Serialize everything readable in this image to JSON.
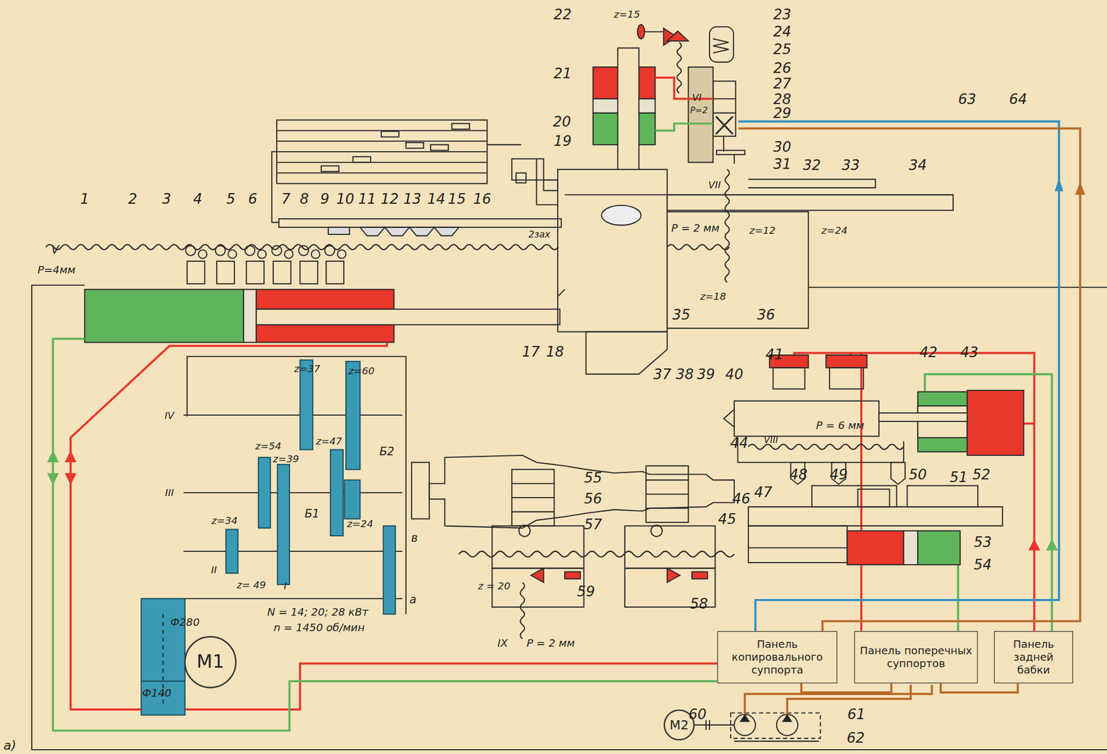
{
  "diagram": {
    "nodes": [
      {
        "text": [
          "Панель копировального суппорта"
        ]
      },
      {
        "text": [
          "Панель поперечных суппортов"
        ]
      },
      {
        "text": [
          "Панель задней бабки"
        ]
      },
      {
        "text": [
          "M1"
        ]
      },
      {
        "text": [
          "M2"
        ]
      }
    ],
    "edges": [
      {
        "from": 0,
        "to": 1,
        "arrow": "none"
      },
      {
        "from": 1,
        "to": 2,
        "arrow": "none"
      }
    ],
    "labels": [
      "22",
      "z=15",
      "23",
      "24",
      "25",
      "26",
      "27",
      "28",
      "29",
      "21",
      "20",
      "VI",
      "P=2",
      "30",
      "31",
      "32",
      "33",
      "34",
      "63",
      "64",
      "19",
      "VII",
      "1",
      "2",
      "3",
      "4",
      "5",
      "6",
      "7",
      "8",
      "9",
      "10",
      "11",
      "12",
      "13",
      "14",
      "15",
      "16",
      "P = 2 мм",
      "z=12",
      "z=24",
      "2зах",
      "V",
      "P=4мм",
      "z=18",
      "35",
      "36",
      "17",
      "18",
      "z=37",
      "z=60",
      "IV",
      "z=54",
      "z=39",
      "z=47",
      "Б2",
      "III",
      "Б1",
      "z=24",
      "z=34",
      "II",
      "z= 49",
      "I",
      "в",
      "а",
      "Ф280",
      "Ф140",
      "N = 14; 20; 28 кВт",
      "n = 1450 об/мин",
      "37",
      "38",
      "39",
      "40",
      "41",
      "42",
      "43",
      "P = 6 мм",
      "VIII",
      "44",
      "52",
      "48",
      "49",
      "50",
      "51",
      "47",
      "46",
      "45",
      "53",
      "54",
      "55",
      "56",
      "57",
      "58",
      "z = 20",
      "59",
      "IX",
      "P = 2 мм",
      "60",
      "61",
      "62",
      "а)"
    ]
  }
}
